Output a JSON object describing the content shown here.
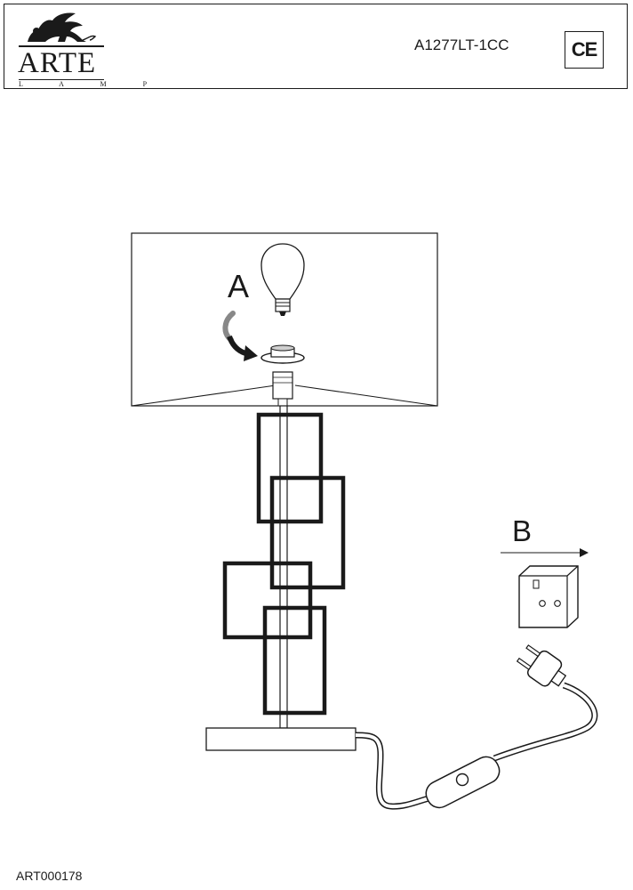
{
  "brand": {
    "name": "ARTE",
    "sub": "L A M P",
    "logo_icon": "winged-lion-icon"
  },
  "header": {
    "model": "A1277LT-1CC",
    "certification": "CE"
  },
  "diagram": {
    "step_a_label": "A",
    "step_b_label": "B"
  },
  "footer": {
    "code": "ART000178"
  }
}
